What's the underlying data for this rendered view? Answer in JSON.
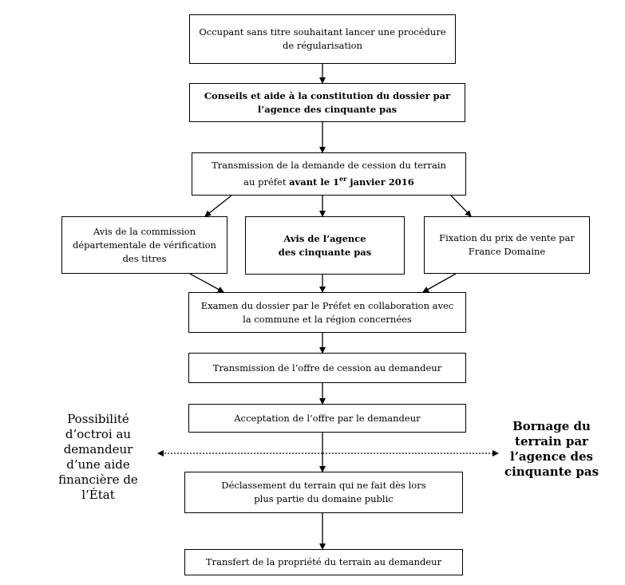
{
  "steps": {
    "s1": "Occupant sans titre souhaitant lancer une procédure de régularisation",
    "s2": "Conseils et aide à la constitution du dossier par l’agence des cinquante pas",
    "s3a": "Transmission de la demande de cession du terrain",
    "s3b": "au préfet",
    "s3c": "avant le 1",
    "s3sup": "er",
    "s3d": "janvier 2016",
    "s4": "Avis de la commission départementale de vérification des titres",
    "s5": "Avis de l’agence des cinquante pas",
    "s6": "Fixation du prix de vente par France Domaine",
    "s7": "Examen du dossier par le Préfet en collaboration avec la commune et la région concernées",
    "s8": "Transmission de l’offre de cession au demandeur",
    "s9": "Acceptation de l’offre par le demandeur",
    "s10": "Déclassement du terrain qui ne fait dès lors plus partie du domaine public",
    "s11": "Transfert de la propriété du terrain au demandeur"
  },
  "side_notes": {
    "left": "Possibilité d’octroi au demandeur d’une aide financière de l’État",
    "right": "Bornage du terrain par l’agence des cinquante pas"
  }
}
